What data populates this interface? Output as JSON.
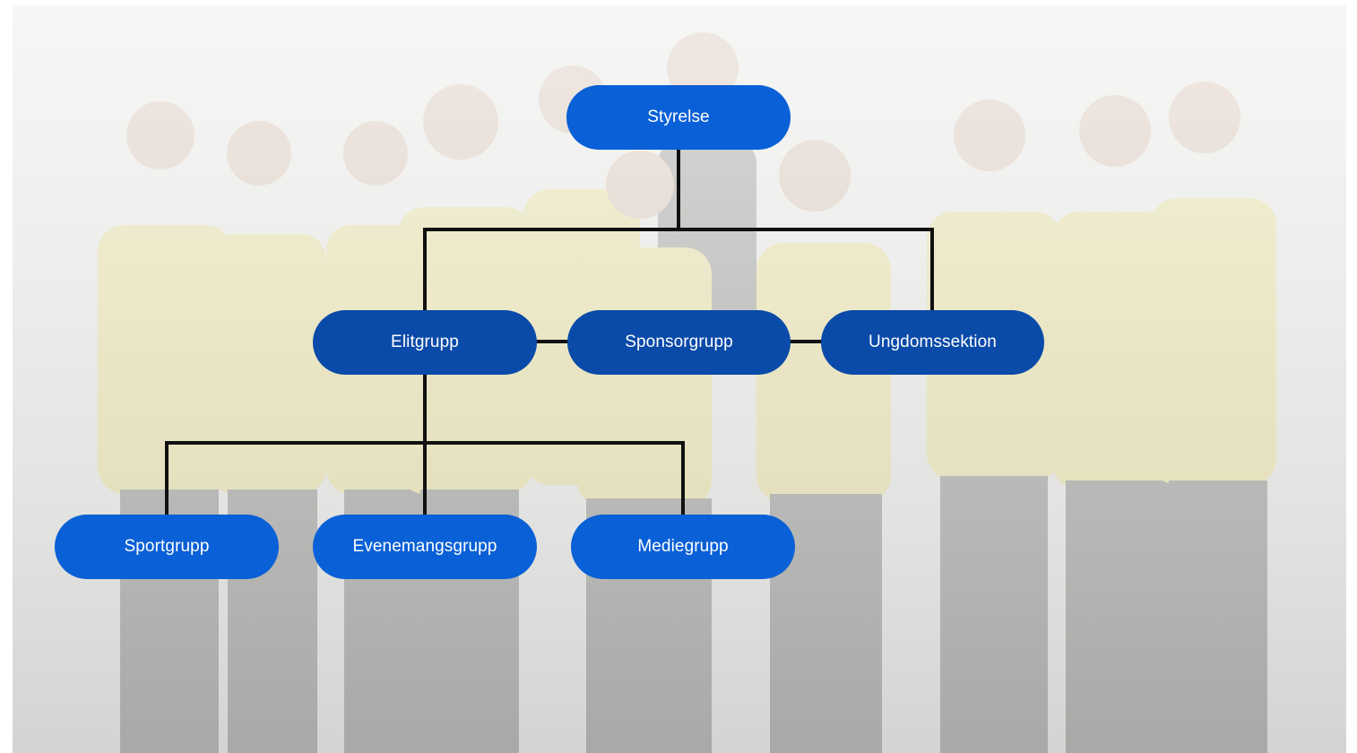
{
  "colors": {
    "node_primary": "#0a60d6",
    "node_dark": "#0a4aa8",
    "connector": "#111111",
    "shirt": "#e8d64a",
    "pants": "#2a2a2a"
  },
  "background": {
    "description_icon": "team-photo-background"
  },
  "org_chart": {
    "root": {
      "label": "Styrelse"
    },
    "level2": [
      {
        "label": "Elitgrupp"
      },
      {
        "label": "Sponsorgrupp"
      },
      {
        "label": "Ungdomssektion"
      }
    ],
    "level3": [
      {
        "label": "Sportgrupp"
      },
      {
        "label": "Evenemangsgrupp"
      },
      {
        "label": "Mediegrupp"
      }
    ]
  }
}
